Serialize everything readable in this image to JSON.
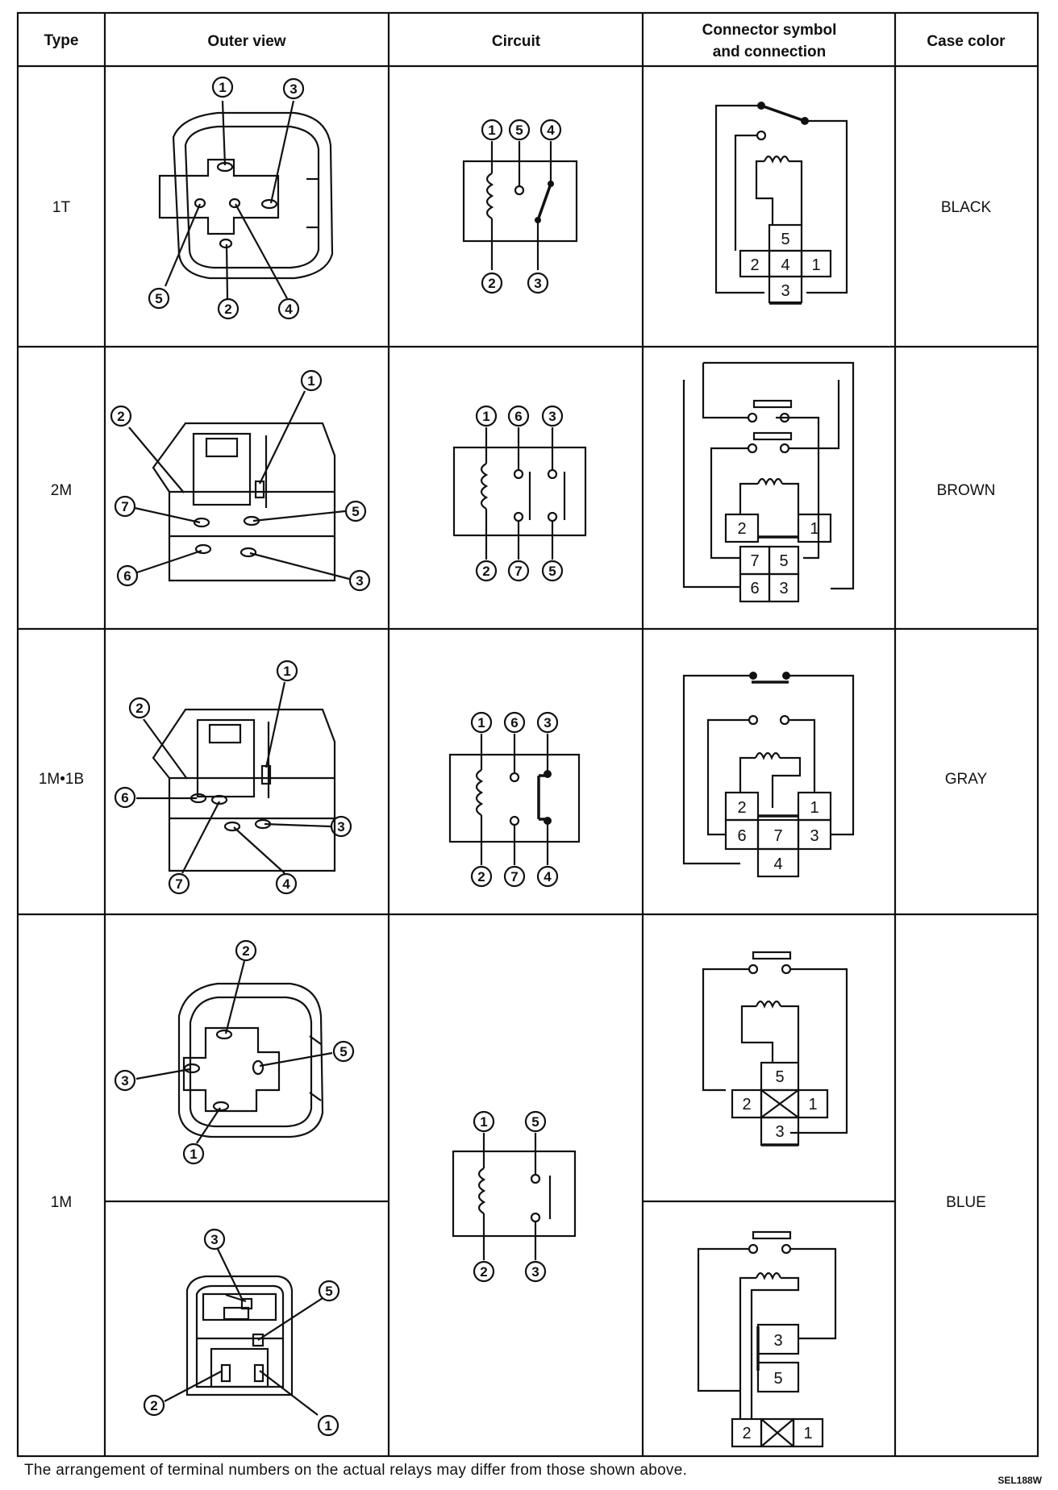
{
  "headers": {
    "type": "Type",
    "outer_view": "Outer view",
    "circuit": "Circuit",
    "connector_line1": "Connector symbol",
    "connector_line2": "and connection",
    "case_color": "Case color"
  },
  "rows": [
    {
      "type": "1T",
      "case_color": "BLACK",
      "outer_labels": [
        "1",
        "3",
        "5",
        "2",
        "4"
      ],
      "circuit_top": [
        "1",
        "5",
        "4"
      ],
      "circuit_bottom": [
        "2",
        "3"
      ],
      "connector": [
        "5",
        "2",
        "4",
        "1",
        "3"
      ]
    },
    {
      "type": "2M",
      "case_color": "BROWN",
      "outer_labels": [
        "2",
        "1",
        "7",
        "5",
        "6",
        "3"
      ],
      "circuit_top": [
        "1",
        "6",
        "3"
      ],
      "circuit_bottom": [
        "2",
        "7",
        "5"
      ],
      "connector": [
        "2",
        "1",
        "7",
        "5",
        "6",
        "3"
      ]
    },
    {
      "type": "1M•1B",
      "case_color": "GRAY",
      "outer_labels": [
        "1",
        "2",
        "6",
        "3",
        "7",
        "4"
      ],
      "circuit_top": [
        "1",
        "6",
        "3"
      ],
      "circuit_bottom": [
        "2",
        "7",
        "4"
      ],
      "connector": [
        "2",
        "1",
        "6",
        "7",
        "3",
        "4"
      ]
    },
    {
      "type": "1M",
      "case_color": "BLUE",
      "outer_labels_a": [
        "2",
        "5",
        "3",
        "1"
      ],
      "outer_labels_b": [
        "3",
        "5",
        "2",
        "1"
      ],
      "circuit_top": [
        "1",
        "5"
      ],
      "circuit_bottom": [
        "2",
        "3"
      ],
      "connector_a": [
        "5",
        "2",
        "1",
        "3"
      ],
      "connector_b": [
        "3",
        "5",
        "2",
        "1"
      ]
    }
  ],
  "footnote": "The arrangement of terminal numbers on the actual relays may differ from those shown above.",
  "figure_code": "SEL188W"
}
